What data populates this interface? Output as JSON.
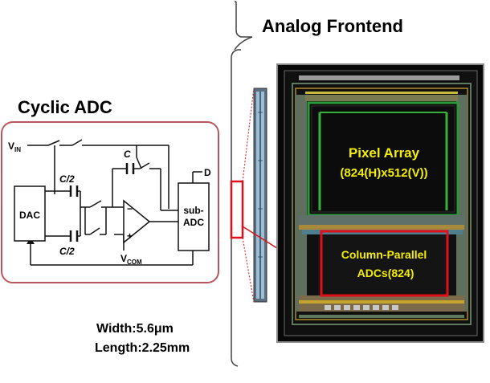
{
  "labels": {
    "analog_frontend": "Analog Frontend",
    "cyclic_adc": "Cyclic ADC",
    "width": "Width:5.6μm",
    "length": "Length:2.25mm"
  },
  "circuit": {
    "vin_main": "V",
    "vin_sub": "IN",
    "dac": "DAC",
    "cap_top": "C/2",
    "cap_bottom": "C/2",
    "cap_feedback": "C",
    "opamp_minus": "−",
    "opamp_plus": "+",
    "vcom_main": "V",
    "vcom_sub": "COM",
    "subadc_line1": "sub-",
    "subadc_line2": "ADC",
    "output": "D"
  },
  "chip": {
    "pixel_array_line1": "Pixel Array",
    "pixel_array_line2": "(824(H)x512(V))",
    "adc_line1": "Column-Parallel",
    "adc_line2": "ADCs(824)"
  },
  "colors": {
    "circuit_border": "#b8575b",
    "chip_background": "#080808",
    "chip_border": "#8a8a8a",
    "highlight_red": "#e0101a",
    "pixel_text": "#f4ee00",
    "green_line": "#38b03c",
    "column_strip": "#7aa2c4"
  }
}
